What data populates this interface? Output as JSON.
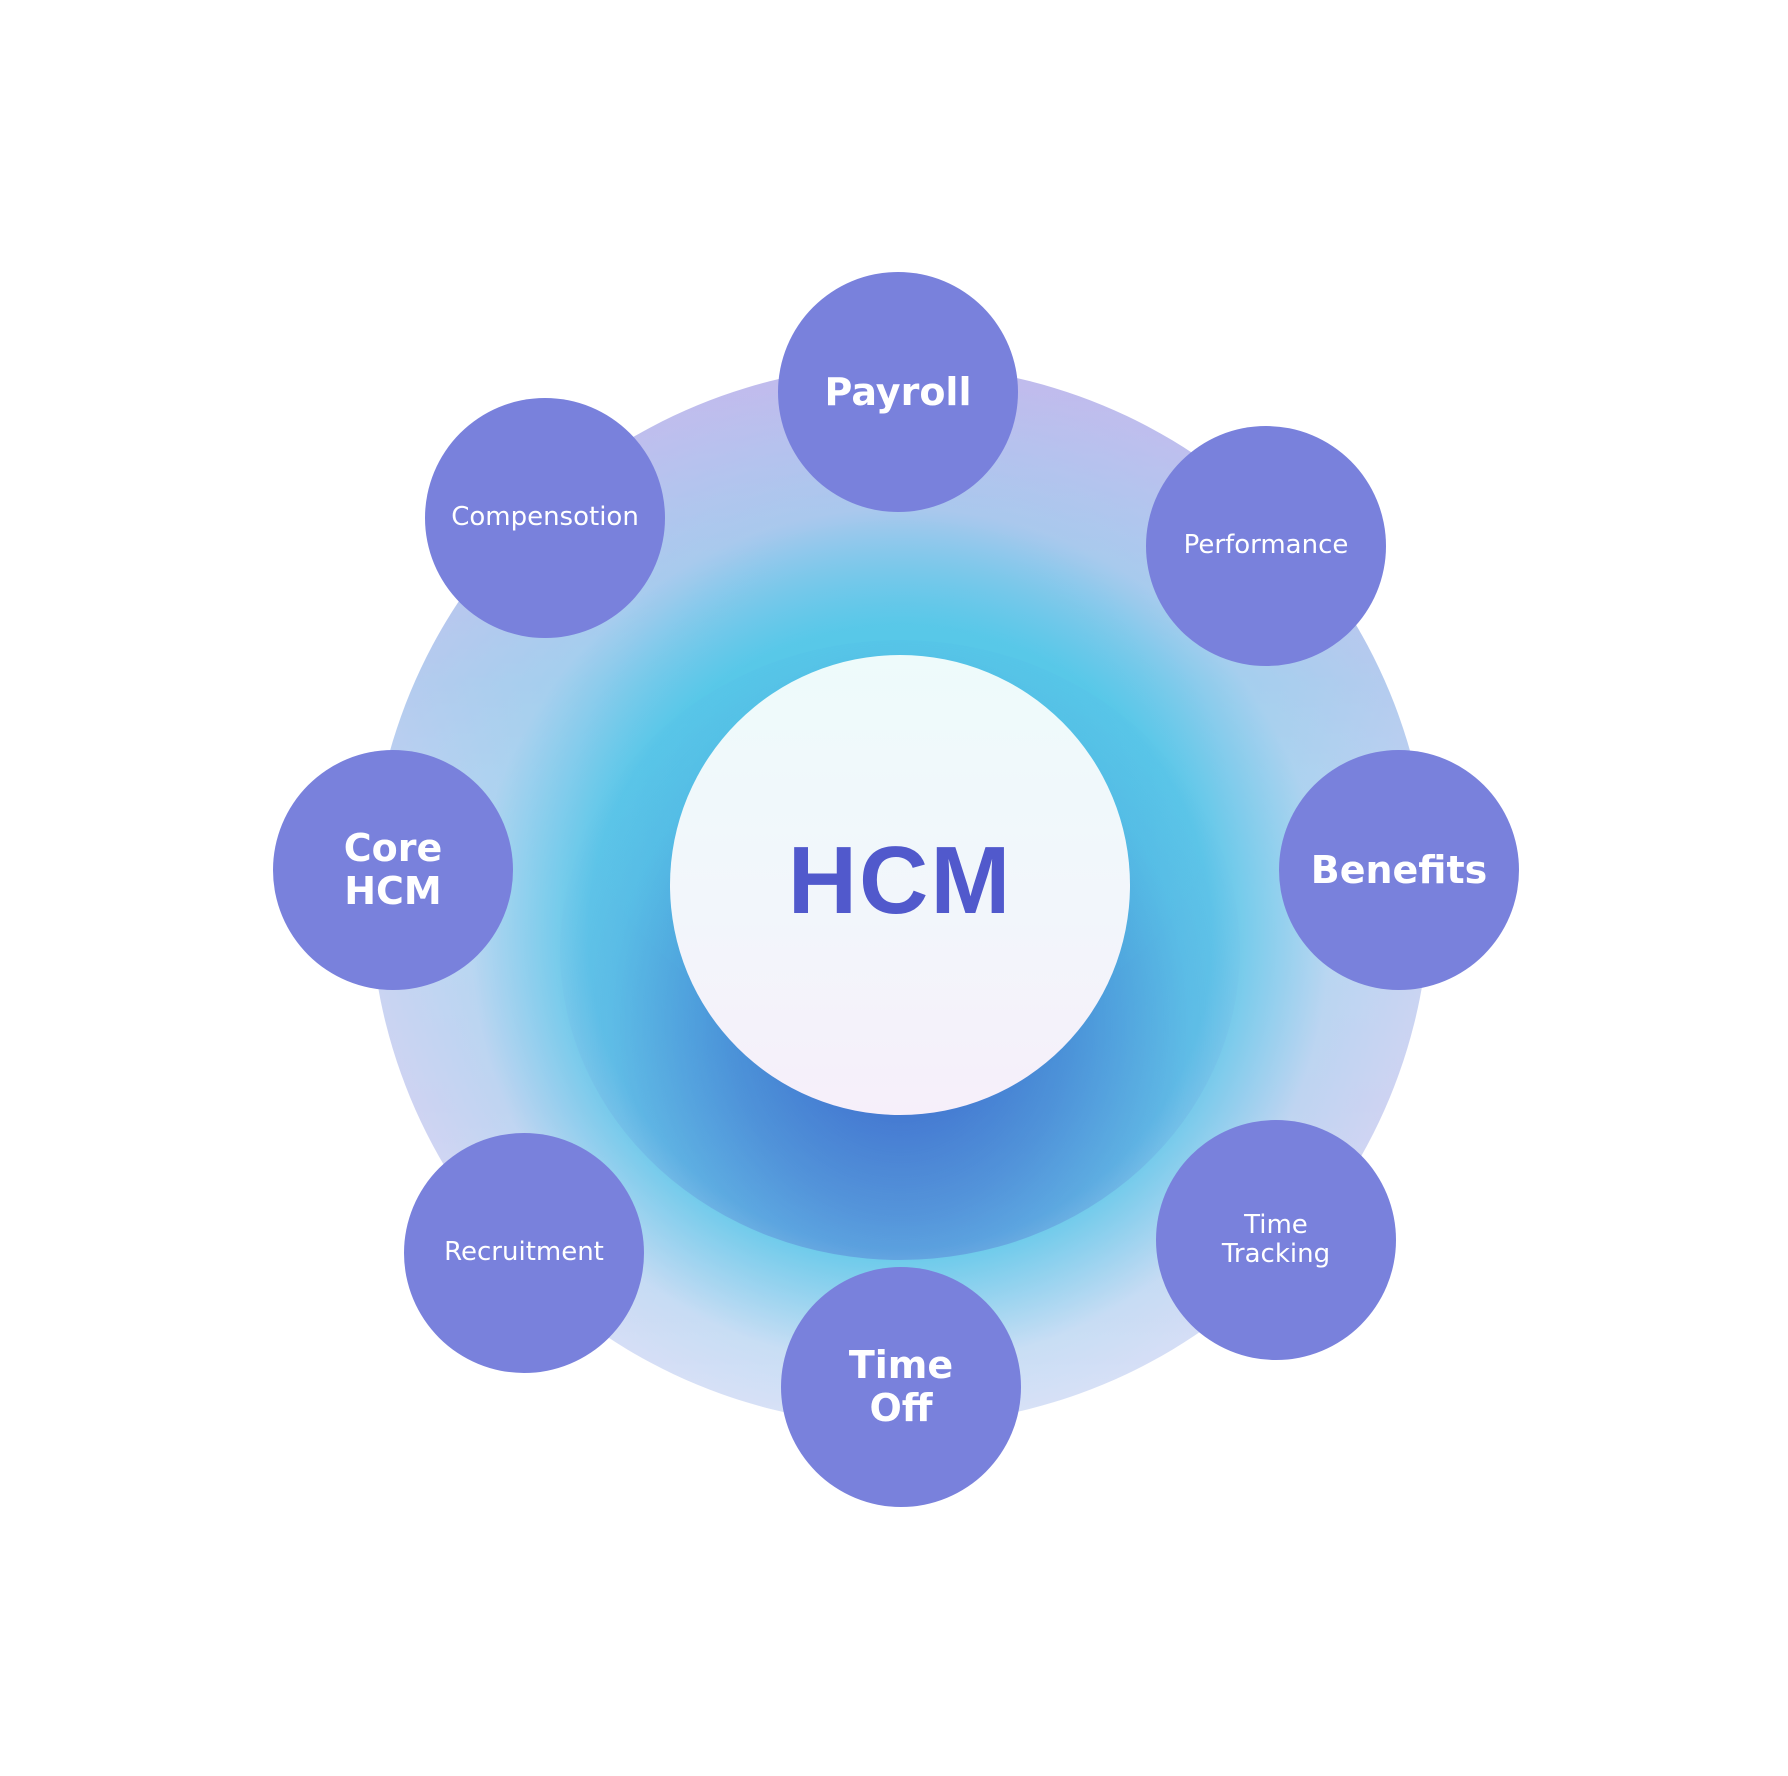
{
  "center": {
    "label": "HCM"
  },
  "nodes": {
    "payroll": {
      "label": "Payroll"
    },
    "performance": {
      "label": "Performance"
    },
    "benefits": {
      "label": "Benefits"
    },
    "time_tracking": {
      "line1": "Time",
      "line2": "Tracking"
    },
    "time_off": {
      "line1": "Time",
      "line2": "Off"
    },
    "recruitment": {
      "label": "Recruitment"
    },
    "core_hcm": {
      "line1": "Core",
      "line2": "HCM"
    },
    "compensation": {
      "label": "Compensotion"
    }
  },
  "colors": {
    "node_fill": "#7981dc",
    "center_text": "#5159cc",
    "center_fill": "#eef8fa",
    "glow_cyan": "#3ccde6",
    "glow_purple": "#af5ad7"
  }
}
